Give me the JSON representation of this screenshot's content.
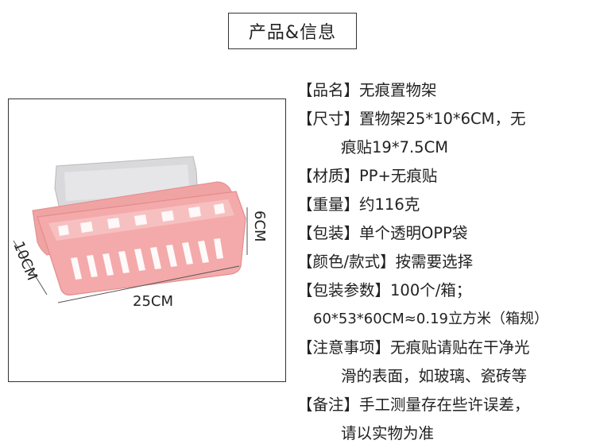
{
  "title": "产品&信息",
  "dimensions": {
    "length": "25CM",
    "width": "10CM",
    "height": "6CM"
  },
  "colors": {
    "basket": "#f2a6a6",
    "basket_dark": "#e38c8c",
    "plate": "#d8d8da",
    "border": "#333333"
  },
  "specs": {
    "name": {
      "label": "【品名】",
      "value": "无痕置物架"
    },
    "size": {
      "label": "【尺寸】",
      "value_line1": "置物架25*10*6CM，无",
      "value_line2": "痕贴19*7.5CM"
    },
    "material": {
      "label": "【材质】",
      "value": "PP+无痕贴"
    },
    "weight": {
      "label": "【重量】",
      "value": "约116克"
    },
    "package": {
      "label": "【包装】",
      "value": "单个透明OPP袋"
    },
    "color": {
      "label": "【颜色/款式】",
      "value": "按需要选择"
    },
    "package_params": {
      "label": "【包装参数】",
      "value_line1": "100个/箱；",
      "value_line2": "60*53*60CM≈0.19立方米（箱规）"
    },
    "notice": {
      "label": "【注意事项】",
      "value_line1": "无痕贴请贴在干净光",
      "value_line2": "滑的表面，如玻璃、瓷砖等"
    },
    "remark": {
      "label": "【备注】",
      "value_line1": "手工测量存在些许误差，",
      "value_line2": "请以实物为准"
    }
  }
}
